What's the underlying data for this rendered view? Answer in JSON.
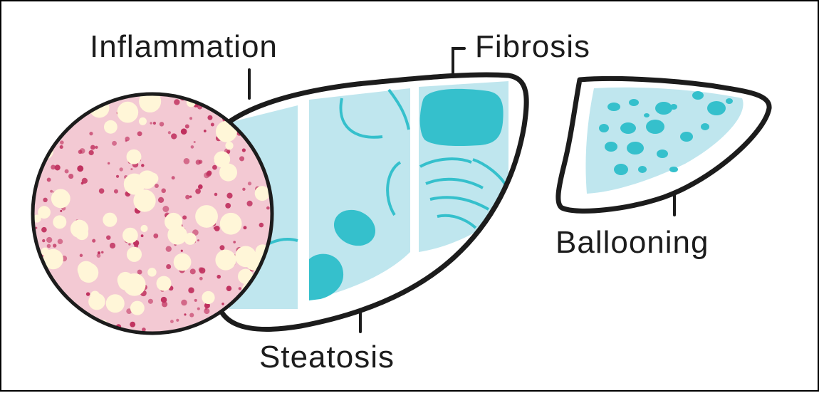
{
  "labels": {
    "inflammation": "Inflammation",
    "fibrosis": "Fibrosis",
    "ballooning": "Ballooning",
    "steatosis": "Steatosis"
  },
  "colors": {
    "outline": "#1c1c1c",
    "section_fill": "#bfe6ee",
    "section_fill_dark": "#a9dce6",
    "teal_accent": "#35c0cc",
    "teal_deep": "#2ab3bf",
    "tissue_background": "#f3c9d3",
    "tissue_stain": "#c0305e",
    "fat_vacuole": "#fff6d8"
  },
  "icons": {
    "liver": "liver-icon",
    "magnified_tissue": "microscope-tissue-icon",
    "liver_fragment": "liver-fragment-icon"
  }
}
